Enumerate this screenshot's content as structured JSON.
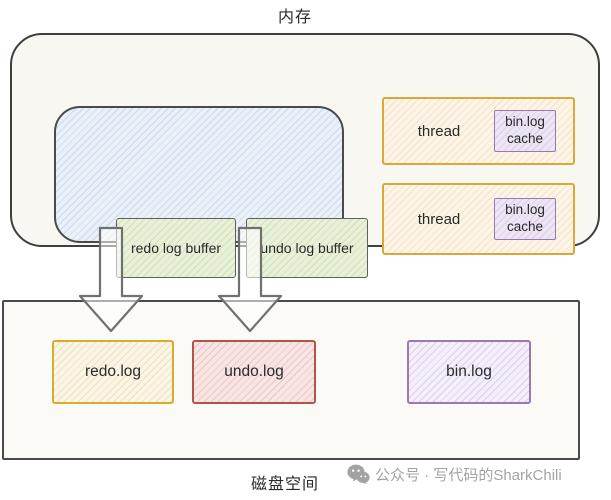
{
  "memory": {
    "label": "内存",
    "buffer_pool": {
      "buffers": [
        {
          "label": "redo log buffer"
        },
        {
          "label": "undo log buffer"
        }
      ]
    },
    "threads": [
      {
        "label": "thread",
        "cache": "bin.log cache"
      },
      {
        "label": "thread",
        "cache": "bin.log cache"
      }
    ]
  },
  "disk": {
    "label": "磁盘空间",
    "files": [
      {
        "label": "redo.log"
      },
      {
        "label": "undo.log"
      },
      {
        "label": "bin.log"
      }
    ]
  },
  "arrows": [
    {
      "name": "redo-buffer-to-redo-log"
    },
    {
      "name": "undo-buffer-to-undo-log"
    }
  ],
  "watermark": {
    "icon": "wechat-icon",
    "text": "公众号 · 写代码的SharkChili"
  },
  "colors": {
    "text-dark": "#2a2a2a",
    "memory-border": "#3f3f3f",
    "memory-fill": "#f8f7f2",
    "pool-border": "#4a4a4a",
    "pool-fill": "#eaf0f8",
    "pool-hatch": "#ccd9ec",
    "buffer-border": "#5f5f5f",
    "buffer-fill": "#e9f0da",
    "buffer-hatch": "#cfe2b4",
    "thread-border": "#d8a838",
    "thread-fill": "#fbf4e7",
    "thread-hatch": "#f3e3cb",
    "cache-border": "#9a79ae",
    "cache-fill": "#ede5f4",
    "cache-hatch": "#ddcdeb",
    "redo-border": "#dcab2e",
    "redo-fill": "#fbf5e8",
    "redo-hatch": "#f1e2ba",
    "undo-border": "#b4524e",
    "undo-fill": "#f7e5e4",
    "undo-hatch": "#eec7c5",
    "bin-border": "#9a79ae",
    "bin-fill": "#f4effa",
    "bin-hatch": "#ddd0ec",
    "disk-border": "#4a4a4a",
    "disk-fill": "#fbfaf7",
    "arrow-stroke": "#707070",
    "watermark-gray": "#a3a3a3"
  }
}
